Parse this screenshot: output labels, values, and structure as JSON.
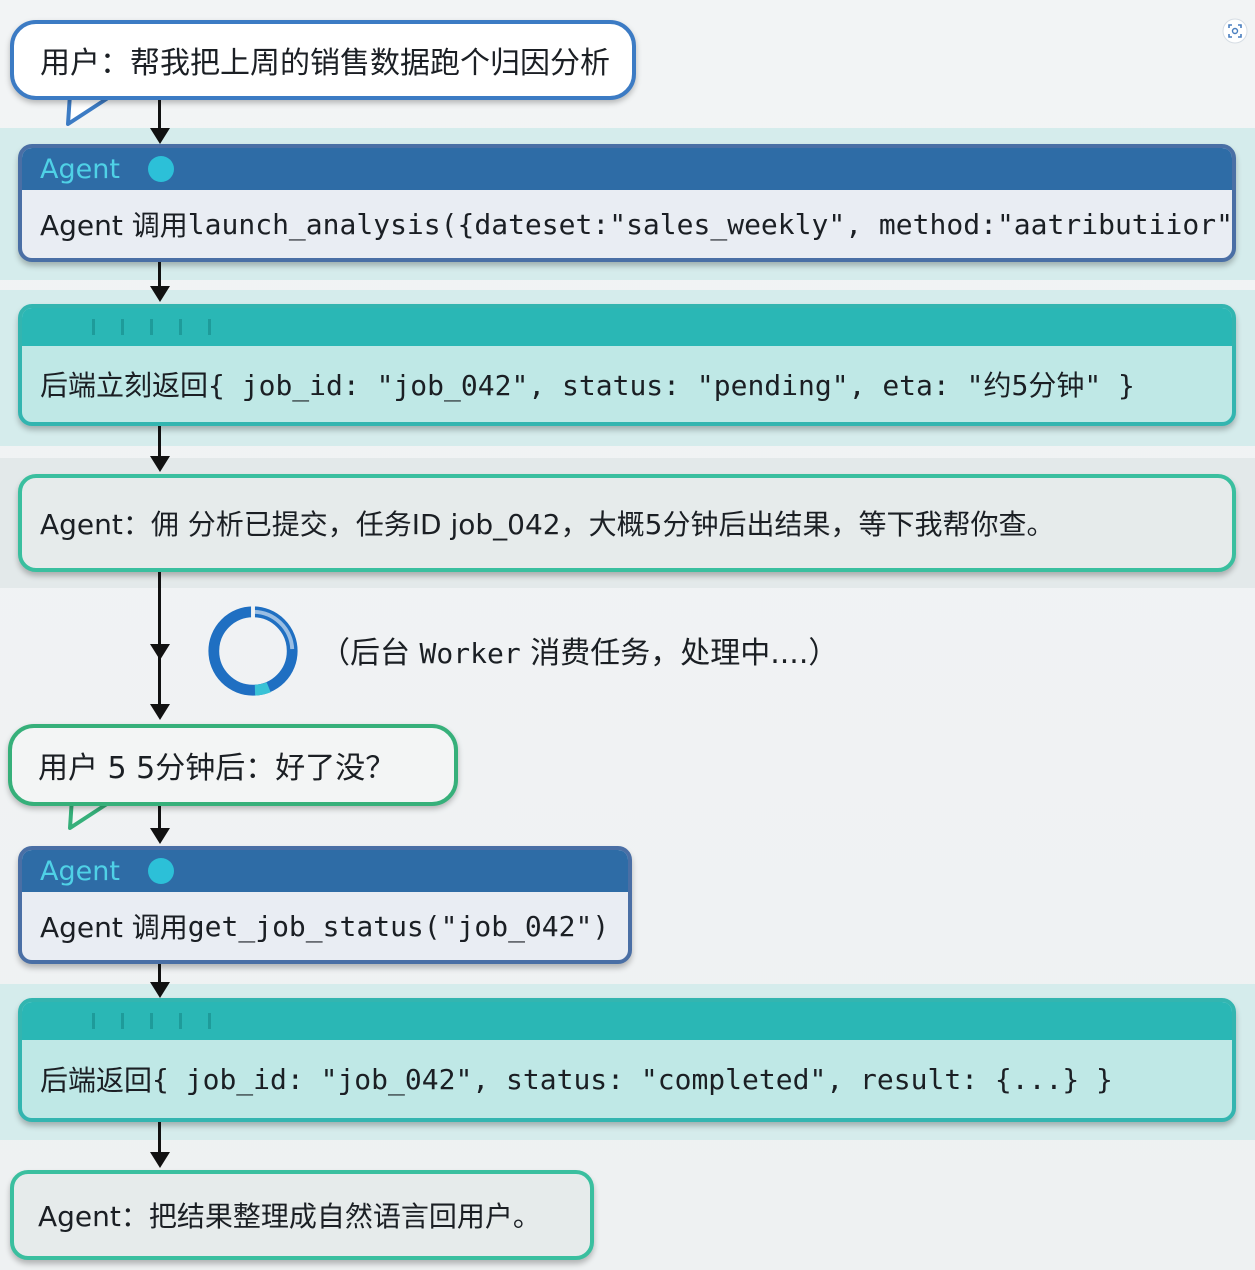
{
  "step1": {
    "text": "用户：帮我把上周的销售数据跑个归因分析"
  },
  "step2": {
    "header": "Agent",
    "prefix": "Agent 调用 ",
    "code": "launch_analysis({dateset:\"sales_weekly\", method:\"aatributiior\"})"
  },
  "step3": {
    "prefix": "后端立刻返回 ",
    "code": "{ job_id: \"job_042\", status: \"pending\", eta: \"约5分钟\" }"
  },
  "step4": {
    "text": "Agent：佣 分析已提交，任务ID job_042，大概5分钟后出结果，等下我帮你查。"
  },
  "worker": {
    "open": "（后台 ",
    "code": "Worker",
    "rest": " 消费任务，处理中....）"
  },
  "step5": {
    "text": "用户 5 5分钟后：好了没？"
  },
  "step6": {
    "header": "Agent",
    "prefix": "Agent 调用 ",
    "code": "get_job_status(\"job_042\")"
  },
  "step7": {
    "prefix": "后端返回 ",
    "code": "{ job_id: \"job_042\", status: \"completed\", result: {...} }"
  },
  "step8": {
    "text": "Agent：把结果整理成自然语言回用户。"
  },
  "colors": {
    "agent_header": "#2e6ca6",
    "backend_header": "#2ab7b5",
    "user_border": "#3c7bc4",
    "reply_border": "#36b07a"
  },
  "icons": {
    "corner": "screenshot-icon",
    "spinner": "loading-spinner-icon"
  }
}
